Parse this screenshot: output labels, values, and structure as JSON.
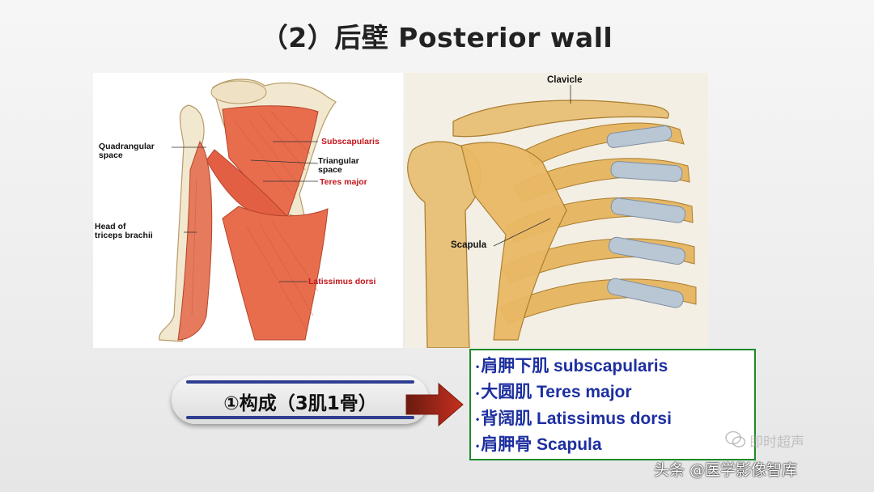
{
  "slide": {
    "title": "（2）后壁 Posterior wall"
  },
  "left_figure": {
    "labels": {
      "quadrangular_space": "Quadrangular\nspace",
      "head_triceps": "Head of\ntriceps brachii",
      "subscapularis": "Subscapularis",
      "triangular_space": "Triangular\nspace",
      "teres_major": "Teres major",
      "latissimus_dorsi": "Latissimus dorsi"
    }
  },
  "right_figure": {
    "labels": {
      "clavicle": "Clavicle",
      "scapula": "Scapula"
    }
  },
  "composition": {
    "label": "①构成（3肌1骨）",
    "items": [
      "肩胛下肌 subscapularis",
      "大圆肌 Teres major",
      "背阔肌 Latissimus dorsi",
      "肩胛骨 Scapula"
    ],
    "bullet": "•"
  },
  "watermarks": {
    "wechat": "即时超声",
    "toutiao": "头条 @医学影像智库"
  },
  "colors": {
    "muscle": "#e86d4d",
    "bone": "#e8c27a",
    "cartilage": "#b9c6d3",
    "label_red": "#c4161c",
    "item_blue": "#1d2fa0",
    "box_border": "#1f8a2a",
    "arrow": "#b2251e"
  }
}
